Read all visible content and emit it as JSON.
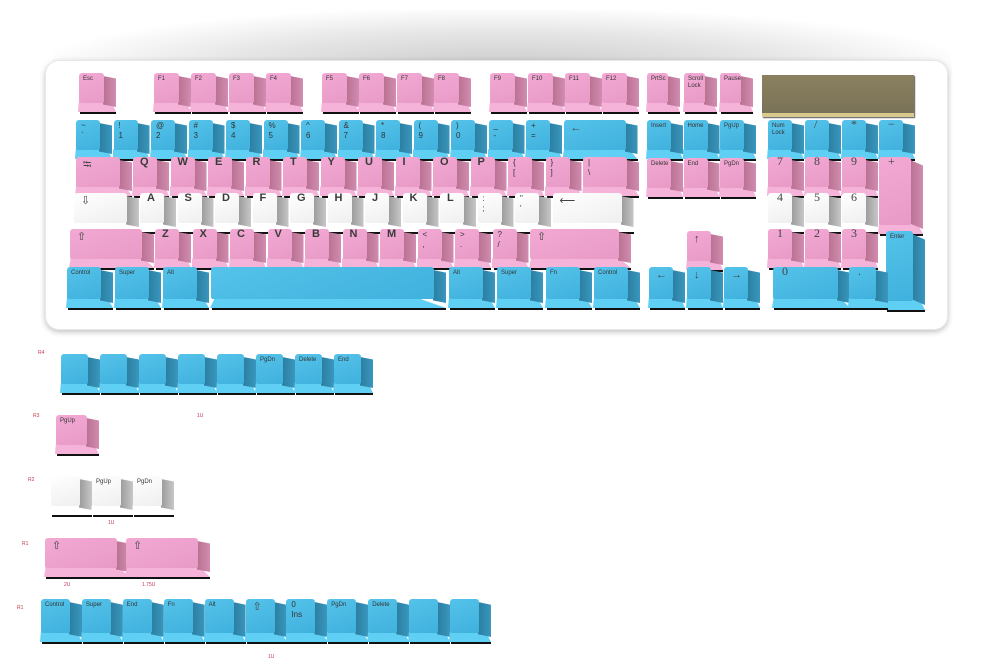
{
  "colors": {
    "pink": "#f2a9d4",
    "blue": "#4fbde6",
    "white": "#f5f5f5",
    "case": "#ffffff",
    "led_panel": "#857b5c",
    "label_red": "#c0384f"
  },
  "keyboard": {
    "function_row": [
      {
        "label": "Esc",
        "color": "pink"
      },
      {
        "label": "F1",
        "color": "pink"
      },
      {
        "label": "F2",
        "color": "pink"
      },
      {
        "label": "F3",
        "color": "pink"
      },
      {
        "label": "F4",
        "color": "pink"
      },
      {
        "label": "F5",
        "color": "pink"
      },
      {
        "label": "F6",
        "color": "pink"
      },
      {
        "label": "F7",
        "color": "pink"
      },
      {
        "label": "F8",
        "color": "pink"
      },
      {
        "label": "F9",
        "color": "pink"
      },
      {
        "label": "F10",
        "color": "pink"
      },
      {
        "label": "F11",
        "color": "pink"
      },
      {
        "label": "F12",
        "color": "pink"
      },
      {
        "label": "PrtSc",
        "color": "pink"
      },
      {
        "label": "Scroll\nLock",
        "color": "pink"
      },
      {
        "label": "Pause",
        "color": "pink"
      }
    ],
    "number_row": [
      {
        "label": "~\n`",
        "color": "blue"
      },
      {
        "label": "!\n1",
        "color": "blue"
      },
      {
        "label": "@\n2",
        "color": "blue"
      },
      {
        "label": "#\n3",
        "color": "blue"
      },
      {
        "label": "$\n4",
        "color": "blue"
      },
      {
        "label": "%\n5",
        "color": "blue"
      },
      {
        "label": "^\n6",
        "color": "blue"
      },
      {
        "label": "&\n7",
        "color": "blue"
      },
      {
        "label": "*\n8",
        "color": "blue"
      },
      {
        "label": "(\n9",
        "color": "blue"
      },
      {
        "label": ")\n0",
        "color": "blue"
      },
      {
        "label": "_\n-",
        "color": "blue"
      },
      {
        "label": "+\n=",
        "color": "blue"
      },
      {
        "label": "←",
        "color": "blue"
      }
    ],
    "qwerty_row": [
      {
        "label": "⭾",
        "color": "pink"
      },
      {
        "label": "Q",
        "color": "pink"
      },
      {
        "label": "W",
        "color": "pink"
      },
      {
        "label": "E",
        "color": "pink"
      },
      {
        "label": "R",
        "color": "pink"
      },
      {
        "label": "T",
        "color": "pink"
      },
      {
        "label": "Y",
        "color": "pink"
      },
      {
        "label": "U",
        "color": "pink"
      },
      {
        "label": "I",
        "color": "pink"
      },
      {
        "label": "O",
        "color": "pink"
      },
      {
        "label": "P",
        "color": "pink"
      },
      {
        "label": "{\n[",
        "color": "pink"
      },
      {
        "label": "}\n]",
        "color": "pink"
      },
      {
        "label": "|\n\\",
        "color": "pink"
      }
    ],
    "home_row": [
      {
        "label": "⇩",
        "color": "white"
      },
      {
        "label": "A",
        "color": "white"
      },
      {
        "label": "S",
        "color": "white"
      },
      {
        "label": "D",
        "color": "white"
      },
      {
        "label": "F",
        "color": "white"
      },
      {
        "label": "G",
        "color": "white"
      },
      {
        "label": "H",
        "color": "white"
      },
      {
        "label": "J",
        "color": "white"
      },
      {
        "label": "K",
        "color": "white"
      },
      {
        "label": "L",
        "color": "white"
      },
      {
        "label": ":\n;",
        "color": "white"
      },
      {
        "label": "\"\n'",
        "color": "white"
      },
      {
        "label": "⟵",
        "color": "white"
      }
    ],
    "shift_row": [
      {
        "label": "⇧",
        "color": "pink"
      },
      {
        "label": "Z",
        "color": "pink"
      },
      {
        "label": "X",
        "color": "pink"
      },
      {
        "label": "C",
        "color": "pink"
      },
      {
        "label": "V",
        "color": "pink"
      },
      {
        "label": "B",
        "color": "pink"
      },
      {
        "label": "N",
        "color": "pink"
      },
      {
        "label": "M",
        "color": "pink"
      },
      {
        "label": "<\n,",
        "color": "pink"
      },
      {
        "label": ">\n.",
        "color": "pink"
      },
      {
        "label": "?\n/",
        "color": "pink"
      },
      {
        "label": "⇧",
        "color": "pink"
      }
    ],
    "bottom_row": [
      {
        "label": "Control",
        "color": "blue"
      },
      {
        "label": "Super",
        "color": "blue"
      },
      {
        "label": "Alt",
        "color": "blue"
      },
      {
        "label": "",
        "color": "blue"
      },
      {
        "label": "Alt",
        "color": "blue"
      },
      {
        "label": "Super",
        "color": "blue"
      },
      {
        "label": "Fn",
        "color": "blue"
      },
      {
        "label": "Control",
        "color": "blue"
      }
    ],
    "nav_cluster": [
      {
        "label": "Insert",
        "color": "blue"
      },
      {
        "label": "Home",
        "color": "blue"
      },
      {
        "label": "PgUp",
        "color": "blue"
      },
      {
        "label": "Delete",
        "color": "pink"
      },
      {
        "label": "End",
        "color": "pink"
      },
      {
        "label": "PgDn",
        "color": "pink"
      }
    ],
    "arrows": [
      {
        "label": "↑",
        "color": "pink"
      },
      {
        "label": "←",
        "color": "blue"
      },
      {
        "label": "↓",
        "color": "blue"
      },
      {
        "label": "→",
        "color": "blue"
      }
    ],
    "numpad": [
      {
        "label": "Num\nLock",
        "color": "blue"
      },
      {
        "label": "/",
        "color": "blue"
      },
      {
        "label": "*",
        "color": "blue"
      },
      {
        "label": "−",
        "color": "blue"
      },
      {
        "label": "7",
        "color": "pink"
      },
      {
        "label": "8",
        "color": "pink"
      },
      {
        "label": "9",
        "color": "pink"
      },
      {
        "label": "+",
        "color": "pink"
      },
      {
        "label": "4",
        "color": "white"
      },
      {
        "label": "5",
        "color": "white"
      },
      {
        "label": "6",
        "color": "white"
      },
      {
        "label": "1",
        "color": "pink"
      },
      {
        "label": "2",
        "color": "pink"
      },
      {
        "label": "3",
        "color": "pink"
      },
      {
        "label": "Enter",
        "color": "blue"
      },
      {
        "label": "0",
        "color": "blue"
      },
      {
        "label": ".",
        "color": "blue"
      }
    ]
  },
  "extras": {
    "r4": {
      "row_label": "R4",
      "keys": [
        "",
        "",
        "",
        "",
        "",
        "PgDn",
        "Delete",
        "End"
      ]
    },
    "r3": {
      "row_label": "R3",
      "keys": [
        "PgUp"
      ],
      "size": "1U"
    },
    "r2": {
      "row_label": "R2",
      "keys": [
        "",
        "PgUp",
        "PgDn"
      ],
      "size": "1U"
    },
    "r1": {
      "row_label": "R1",
      "keys": [
        "⇧",
        "⇧"
      ],
      "sizes": [
        "2U",
        "1.75U"
      ]
    },
    "r1b": {
      "row_label": "R1",
      "keys": [
        "Control",
        "Super",
        "End",
        "Fn",
        "Alt",
        "⇧",
        "0\nIns",
        "PgDn",
        "Delete",
        "",
        ""
      ],
      "size": "1U"
    }
  }
}
